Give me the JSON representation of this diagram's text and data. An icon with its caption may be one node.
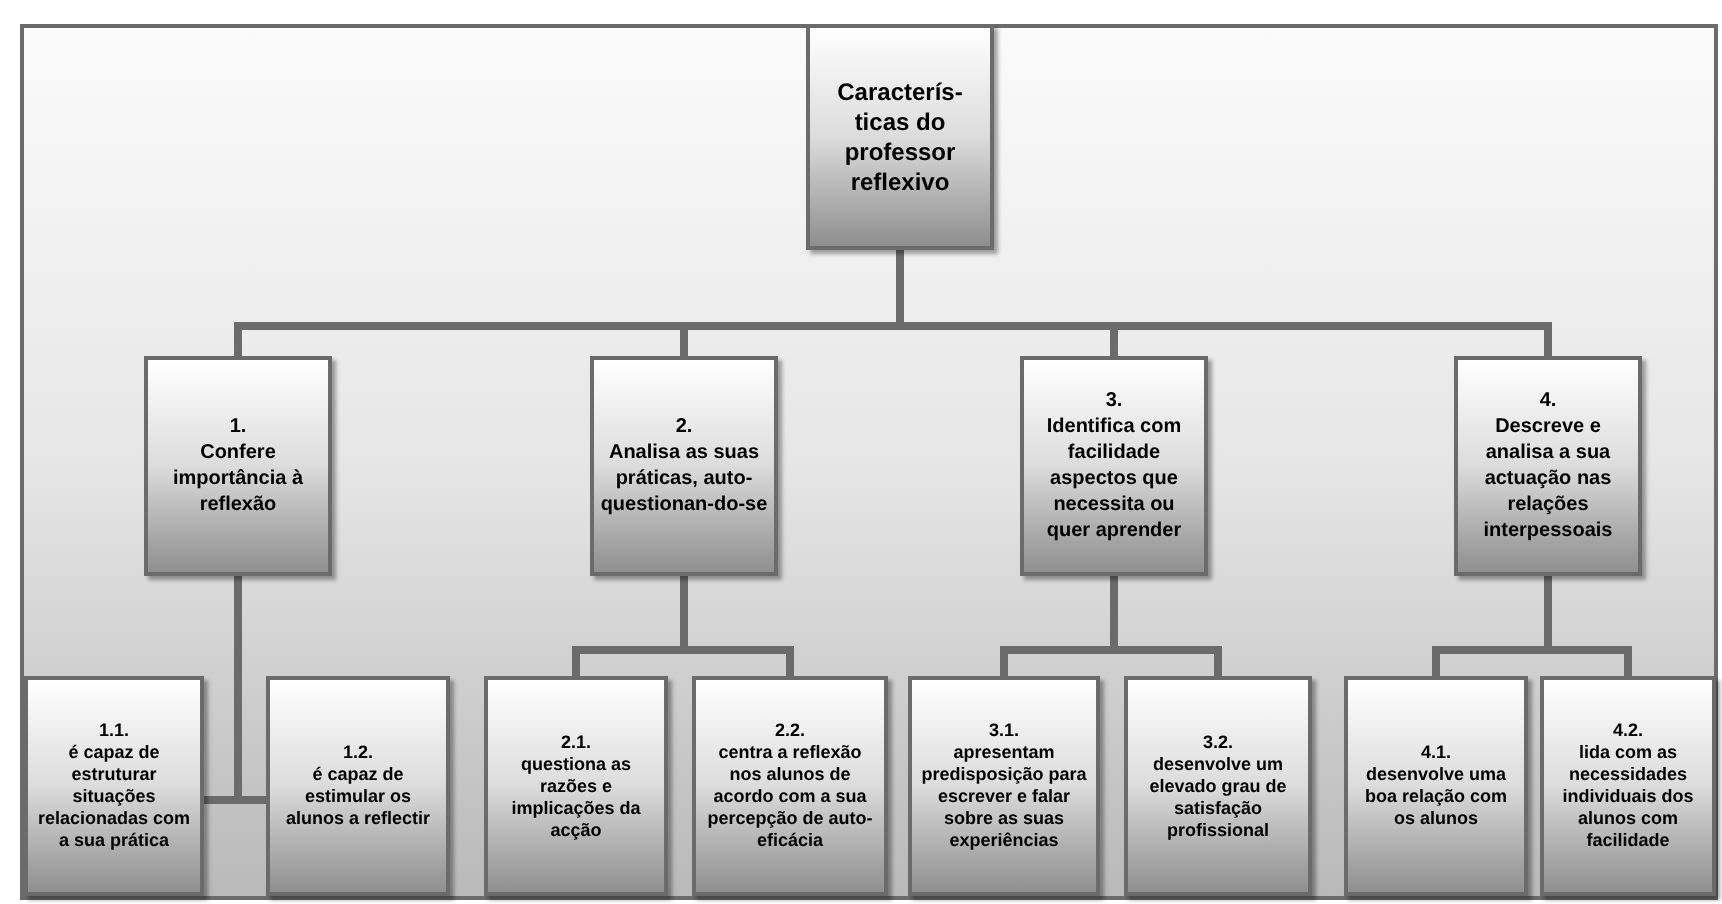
{
  "diagram": {
    "nodes": [
      {
        "text": [
          "Caracterís-ticas do professor reflexivo"
        ]
      },
      {
        "text": [
          "1.",
          "Confere importância à reflexão"
        ]
      },
      {
        "text": [
          "1.1.",
          "é capaz de estruturar situações relacionadas com a sua prática"
        ]
      },
      {
        "text": [
          "1.2.",
          "é capaz de estimular os alunos a reflectir"
        ]
      },
      {
        "text": [
          "2.",
          "Analisa as suas práticas, auto-questionan-do-se"
        ]
      },
      {
        "text": [
          "2.1.",
          "questiona as razões e implicações da acção"
        ]
      },
      {
        "text": [
          "2.2.",
          "centra a reflexão nos alunos de acordo com a sua percepção de auto-eficácia"
        ]
      },
      {
        "text": [
          "3.",
          "Identifica com facilidade aspectos que necessita ou quer aprender"
        ]
      },
      {
        "text": [
          "3.1.",
          "apresentam predisposição para escrever e falar sobre as suas experiências"
        ]
      },
      {
        "text": [
          "3.2.",
          "desenvolve um elevado grau de satisfação profissional"
        ]
      },
      {
        "text": [
          "4.",
          "Descreve e analisa a sua actuação nas relações interpessoais"
        ]
      },
      {
        "text": [
          "4.1.",
          "desenvolve uma boa relação com os alunos"
        ]
      },
      {
        "text": [
          "4.2.",
          "lida com as necessidades individuais dos alunos com facilidade"
        ]
      }
    ],
    "edges": [
      {
        "from": 0,
        "to": 1,
        "arrow": "none"
      },
      {
        "from": 0,
        "to": 4,
        "arrow": "none"
      },
      {
        "from": 0,
        "to": 7,
        "arrow": "none"
      },
      {
        "from": 0,
        "to": 10,
        "arrow": "none"
      },
      {
        "from": 1,
        "to": 2,
        "arrow": "none"
      },
      {
        "from": 1,
        "to": 3,
        "arrow": "none"
      },
      {
        "from": 4,
        "to": 5,
        "arrow": "none"
      },
      {
        "from": 4,
        "to": 6,
        "arrow": "none"
      },
      {
        "from": 7,
        "to": 8,
        "arrow": "none"
      },
      {
        "from": 7,
        "to": 9,
        "arrow": "none"
      },
      {
        "from": 10,
        "to": 11,
        "arrow": "none"
      },
      {
        "from": 10,
        "to": 12,
        "arrow": "none"
      }
    ]
  }
}
